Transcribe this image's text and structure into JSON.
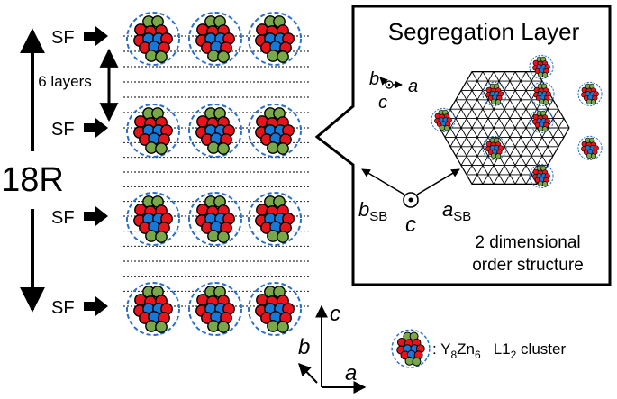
{
  "stacking": {
    "label_18r": "18R",
    "sf_label": "SF",
    "layers_label": "6 layers",
    "dashed_count_between": 5
  },
  "panel": {
    "title": "Segregation Layer",
    "structure_line1": "2 dimensional",
    "structure_line2": "order structure"
  },
  "small_axes": {
    "b": "b",
    "c": "c",
    "a": "a"
  },
  "sb_axes": {
    "b": "b",
    "b_sub": "SB",
    "a": "a",
    "a_sub": "SB",
    "c": "c"
  },
  "corner_axes": {
    "c": "c",
    "b": "b",
    "a": "a"
  },
  "legend": {
    "y": "Y",
    "y_sub": "8",
    "zn": "Zn",
    "zn_sub": "6",
    "cluster": "L1",
    "cluster_sub": "2",
    "cluster_suffix": " cluster"
  },
  "colors": {
    "red": "#e8131b",
    "blue": "#1479d8",
    "green": "#78a84a",
    "dash": "#2a6fcc",
    "line": "#000000"
  },
  "icons": [
    "sf-arrow-icon",
    "double-arrow-icon",
    "l12-cluster-icon"
  ]
}
